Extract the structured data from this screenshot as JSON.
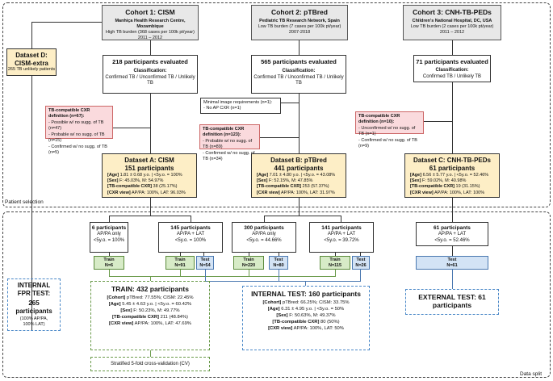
{
  "cohort1": {
    "title": "Cohort 1: CISM",
    "line1": "Manhiça Health Research Centre, Mozambique",
    "line2": "High TB burden (368 cases per 100k pt/year)",
    "line3": "2011 – 2012"
  },
  "cohort2": {
    "title": "Cohort 2: pTBred",
    "line1": "Pediatric TB Research Network, Spain",
    "line2": "Low TB burden (7 cases per 100k pt/year)",
    "line3": "2007-2018"
  },
  "cohort3": {
    "title": "Cohort 3: CNH-TB-PEDs",
    "line1": "Children's National Hospital, DC, USA",
    "line2": "Low TB burden (2 cases per 100k pt/year)",
    "line3": "2011 – 2012"
  },
  "eval1": {
    "count": "218 participants evaluated",
    "class_label": "Classification:",
    "class_text": "Confirmed TB / Unconfirmed TB / Unlikely TB"
  },
  "eval2": {
    "count": "565 participants evaluated",
    "class_label": "Classification:",
    "class_text": "Confirmed TB / Unconfirmed TB / Unlikely TB"
  },
  "eval3": {
    "count": "71 participants evaluated",
    "class_label": "Classification:",
    "class_text": "Confirmed TB / Unlikely TB"
  },
  "datasetD": {
    "title1": "Dataset D:",
    "title2": "CISM-extra",
    "sub": "265 TB unlikely patients"
  },
  "min_req": {
    "title": "Minimal image requirements (n=1):",
    "item": "- No AP CXR (n=1)"
  },
  "excl1": {
    "title": "TB-compatible CXR definition (n=67):",
    "items": [
      "- Possible w/ no sugg. of TB (n=47)",
      "- Probable w/ no sugg. of TB (n=15)",
      "- Confirmed w/ no sugg. of TB (n=5)"
    ]
  },
  "excl2": {
    "title": "TB-compatible CXR definition (n=123):",
    "items": [
      "- Probable w/ no sugg. of TB (n=89)",
      "- Confirmed w/ no sugg. of TB (n=34)"
    ]
  },
  "excl3": {
    "title": "TB-compatible CXR definition (n=10):",
    "items": [
      "- Unconfirmed w/ no sugg. of TB (n=1)",
      "- Confirmed w/ no sugg. of TB (n=9)"
    ]
  },
  "datasetA": {
    "title": "Dataset A: CISM",
    "count": "151 participants",
    "age_k": "[Age]",
    "age_v": "1.81 ± 0.68 y.o. | <5y.o. = 100%",
    "sex_k": "[Sex]",
    "sex_v": "F: 45.03%, M: 54.97%",
    "tb_k": "[TB-compatible CXR]",
    "tb_v": "38 (25.17%)",
    "cxr_k": "[CXR view]",
    "cxr_v": "AP/PA: 100%, LAT: 96.03%"
  },
  "datasetB": {
    "title": "Dataset B: pTBred",
    "count": "441 participants",
    "age_k": "[Age]",
    "age_v": "7.01 ± 4.80 y.o. | <5y.o. = 43.08%",
    "sex_k": "[Sex]",
    "sex_v": "F: 52.15%, M: 47.85%",
    "tb_k": "[TB-compatible CXR]",
    "tb_v": "253 (57.37%)",
    "cxr_k": "[CXR view]",
    "cxr_v": "AP/PA: 100%, LAT: 31.97%"
  },
  "datasetC": {
    "title": "Dataset C: CNH-TB-PEDs",
    "count": "61 participants",
    "age_k": "[Age]",
    "age_v": "6.56 ± 5.77 y.o. | <5y.o. = 52.46%",
    "sex_k": "[Sex]",
    "sex_v": "F: 59.02%, M: 40.98%",
    "tb_k": "[TB-compatible CXR]",
    "tb_v": "19 (31.15%)",
    "cxr_k": "[CXR view]",
    "cxr_v": "AP/PA: 100%, LAT: 100%"
  },
  "section_labels": {
    "selection": "Patient selection",
    "split": "Data split"
  },
  "splitA1": {
    "count": "6 participants",
    "l1": "AP/PA only",
    "l2": "<5y.o. = 100%"
  },
  "splitA2": {
    "count": "145 participants",
    "l1": "AP/PA + LAT",
    "l2": "<5y.o. = 100%"
  },
  "splitB1": {
    "count": "300 participants",
    "l1": "AP/PA only",
    "l2": "<5y.o. = 44.66%"
  },
  "splitB2": {
    "count": "141 participants",
    "l1": "AP/PA + LAT",
    "l2": "<5y.o. = 39.72%"
  },
  "splitC1": {
    "count": "61 participants",
    "l1": "AP/PA + LAT",
    "l2": "<5y.o. = 52.46%"
  },
  "tags": {
    "a1_train": [
      "Train",
      "N=6"
    ],
    "a2_train": [
      "Train",
      "N=91"
    ],
    "a2_test": [
      "Test",
      "N=54"
    ],
    "b1_train": [
      "Train",
      "N=220"
    ],
    "b1_test": [
      "Test",
      "N=80"
    ],
    "b2_train": [
      "Train",
      "N=115"
    ],
    "b2_test": [
      "Test",
      "N=26"
    ],
    "c1_test": [
      "Test",
      "N=61"
    ]
  },
  "internal_fpr": {
    "t1": "INTERNAL",
    "t2": "FPR TEST:",
    "count": "265",
    "unit": "participants",
    "note1": "(100% AP/PA,",
    "note2": "100% LAT)"
  },
  "train_summary": {
    "title": "TRAIN: 432 participants",
    "cohort_k": "[Cohort]",
    "cohort_v": "pTBred: 77.55%; CISM: 22.45%",
    "age_k": "[Age]",
    "age_v": "5.45 ± 4.63 y.o. | <5y.o. = 60.42%",
    "sex_k": "[Sex]",
    "sex_v": "F: 50.23%, M: 49.77%",
    "tb_k": "[TB-compatible CXR]",
    "tb_v": "211 (48.84%)",
    "cxr_k": "[CXR view]",
    "cxr_v": "AP/PA: 100%, LAT: 47.69%"
  },
  "cv": "Stratified 5-fold cross-validation (CV)",
  "internal_test": {
    "title": "INTERNAL TEST: 160 participants",
    "cohort_k": "[Cohort]",
    "cohort_v": "pTBred: 66.25%; CISM: 33.75%",
    "age_k": "[Age]",
    "age_v": "6.31 ± 4.95 y.o. | <5y.o. = 50%",
    "sex_k": "[Sex]",
    "sex_v": "F: 50.63%, M: 49.37%",
    "tb_k": "[TB-compatible CXR]",
    "tb_v": "80 (50%)",
    "cxr_k": "[CXR view]",
    "cxr_v": "AP/PA: 100%, LAT: 50%"
  },
  "external_test": {
    "t1": "EXTERNAL TEST: 61",
    "t2": "participants"
  }
}
